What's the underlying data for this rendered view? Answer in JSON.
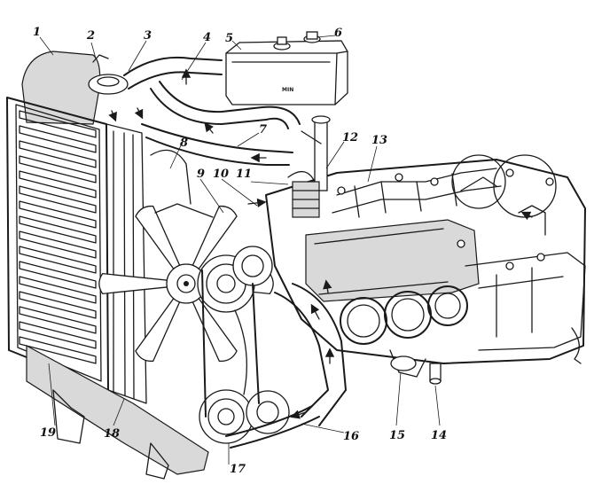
{
  "diagram": {
    "callouts": [
      "1",
      "2",
      "3",
      "4",
      "5",
      "6",
      "7",
      "8",
      "9",
      "10",
      "11",
      "12",
      "13",
      "14",
      "15",
      "16",
      "17",
      "18",
      "19"
    ],
    "tank_marking": "MIN"
  }
}
